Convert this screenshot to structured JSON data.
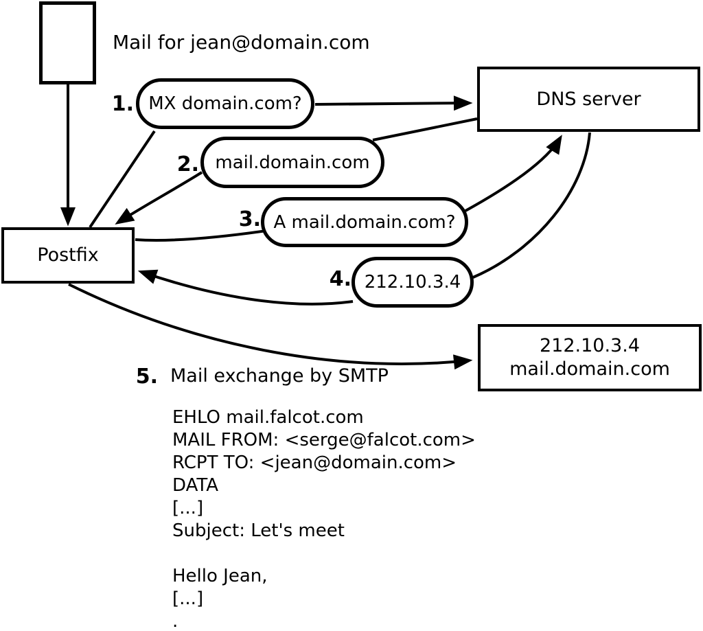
{
  "title": "Mail for jean@domain.com",
  "nodes": {
    "postfix": "Postfix",
    "dns": "DNS server",
    "mailserver": {
      "line1": "212.10.3.4",
      "line2": "mail.domain.com"
    }
  },
  "steps": [
    {
      "num": "1.",
      "label": "MX domain.com?"
    },
    {
      "num": "2.",
      "label": "mail.domain.com"
    },
    {
      "num": "3.",
      "label": "A mail.domain.com?"
    },
    {
      "num": "4.",
      "label": "212.10.3.4"
    },
    {
      "num": "5.",
      "label": "Mail exchange by SMTP"
    }
  ],
  "smtp": {
    "lines": [
      "EHLO mail.falcot.com",
      "MAIL FROM: <serge@falcot.com>",
      "RCPT TO: <jean@domain.com>",
      "DATA",
      "[...]",
      "Subject: Let's meet",
      "",
      "Hello Jean,",
      "[...]",
      "."
    ]
  },
  "colors": {
    "stroke": "#000000",
    "background": "#ffffff"
  }
}
